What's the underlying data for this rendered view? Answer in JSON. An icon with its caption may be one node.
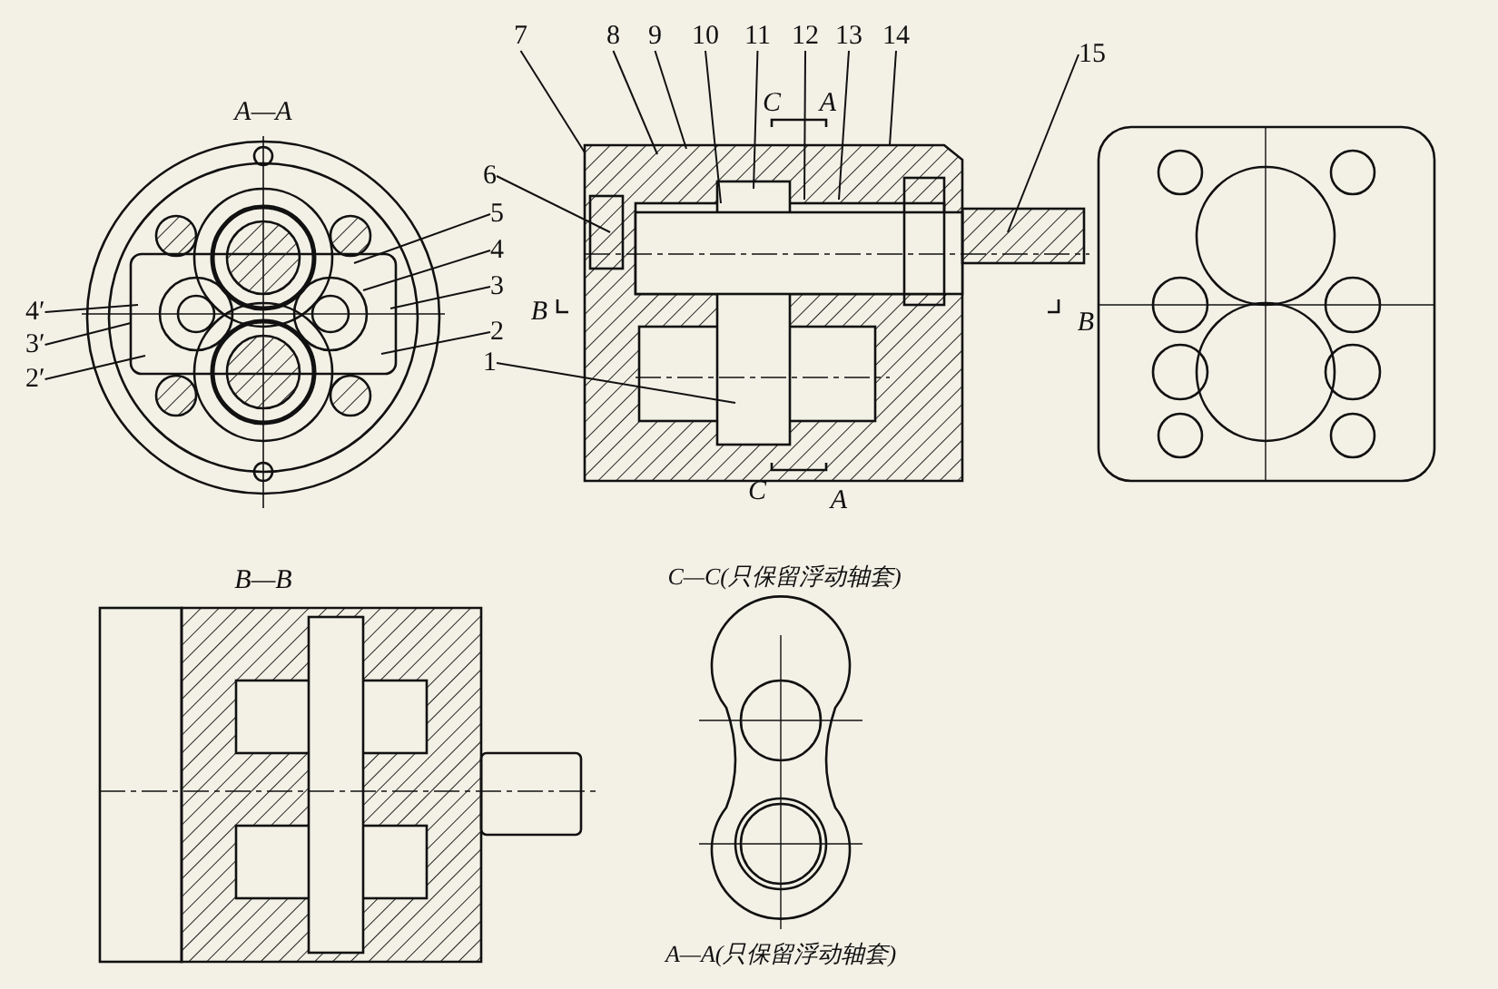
{
  "diagram": {
    "nodes": [
      {
        "text": [
          "5"
        ]
      },
      {
        "text": [
          "4"
        ]
      },
      {
        "text": [
          "3"
        ]
      },
      {
        "text": [
          "2"
        ]
      },
      {
        "text": [
          "4′"
        ]
      },
      {
        "text": [
          "3′"
        ]
      },
      {
        "text": [
          "2′"
        ]
      },
      {
        "text": [
          "7"
        ]
      },
      {
        "text": [
          "8"
        ]
      },
      {
        "text": [
          "9"
        ]
      },
      {
        "text": [
          "10"
        ]
      },
      {
        "text": [
          "11"
        ]
      },
      {
        "text": [
          "12"
        ]
      },
      {
        "text": [
          "13"
        ]
      },
      {
        "text": [
          "14"
        ]
      },
      {
        "text": [
          "15"
        ]
      },
      {
        "text": [
          "6"
        ]
      },
      {
        "text": [
          "1"
        ]
      }
    ],
    "edges": [
      {
        "from": 0,
        "to": null,
        "arrow": "none"
      },
      {
        "from": 1,
        "to": null,
        "arrow": "none"
      },
      {
        "from": 2,
        "to": null,
        "arrow": "none"
      },
      {
        "from": 3,
        "to": null,
        "arrow": "none"
      },
      {
        "from": 4,
        "to": null,
        "arrow": "none"
      },
      {
        "from": 5,
        "to": null,
        "arrow": "none"
      },
      {
        "from": 6,
        "to": null,
        "arrow": "none"
      },
      {
        "from": 7,
        "to": null,
        "arrow": "none"
      },
      {
        "from": 8,
        "to": null,
        "arrow": "none"
      },
      {
        "from": 9,
        "to": null,
        "arrow": "none"
      },
      {
        "from": 10,
        "to": null,
        "arrow": "none"
      },
      {
        "from": 11,
        "to": null,
        "arrow": "none"
      },
      {
        "from": 12,
        "to": null,
        "arrow": "none"
      },
      {
        "from": 13,
        "to": null,
        "arrow": "none"
      },
      {
        "from": 14,
        "to": null,
        "arrow": "none"
      },
      {
        "from": 15,
        "to": null,
        "arrow": "none"
      },
      {
        "from": 16,
        "to": null,
        "arrow": "none"
      },
      {
        "from": 17,
        "to": null,
        "arrow": "none"
      }
    ],
    "labels": [
      "A—A",
      "C",
      "A",
      "B",
      "B",
      "B—B",
      "C",
      "A",
      "C—C(只保留浮动轴套)",
      "A—A(只保留浮动轴套)"
    ]
  }
}
